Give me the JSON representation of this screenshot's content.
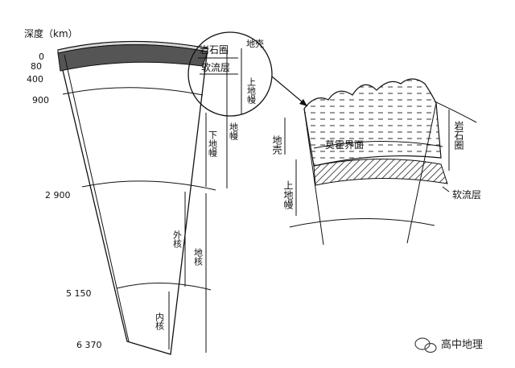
{
  "depth_axis": {
    "title": "深度（km）",
    "ticks": [
      {
        "label": "0"
      },
      {
        "label": "80"
      },
      {
        "label": "400"
      },
      {
        "label": "900"
      },
      {
        "label": "2 900"
      },
      {
        "label": "5 150"
      },
      {
        "label": "6 370"
      }
    ]
  },
  "layers": {
    "lithosphere": "岩石圈",
    "asthenosphere": "软流层",
    "crust": "地壳",
    "upper_mantle": "上地幔",
    "lower_mantle": "下地幔",
    "mantle": "地幔",
    "outer_core": "外核",
    "inner_core": "内核",
    "core": "地核"
  },
  "detail": {
    "crust": "地壳",
    "moho": "莫霍界面",
    "upper_mantle": "上地幔",
    "lithosphere": "岩石圈",
    "asthenosphere": "软流层"
  },
  "watermark": {
    "icon": "wechat-icon",
    "text": "高中地理"
  }
}
